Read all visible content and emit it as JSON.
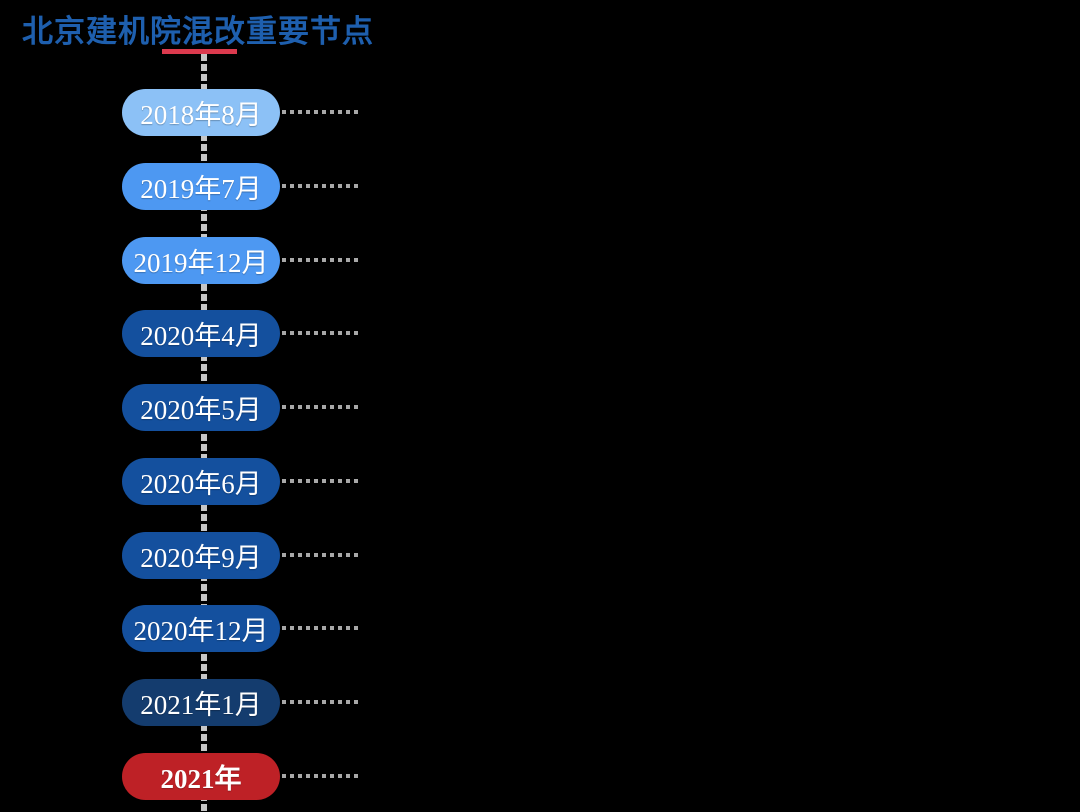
{
  "page": {
    "background_color": "#000000"
  },
  "header": {
    "title": "北京建机院混改重要节点",
    "title_color": "#1E5FAE",
    "underline_color": "#DC3A4E"
  },
  "timeline": {
    "axis_line_color": "#C6C6C6",
    "connector_color": "#A8A8A8",
    "label_text_color": "#FFFFFF",
    "items": [
      {
        "label": "2018年8月",
        "color": "#8CC1F6",
        "bold": false
      },
      {
        "label": "2019年7月",
        "color": "#4D98F2",
        "bold": false
      },
      {
        "label": "2019年12月",
        "color": "#4D98F2",
        "bold": false
      },
      {
        "label": "2020年4月",
        "color": "#14509E",
        "bold": false
      },
      {
        "label": "2020年5月",
        "color": "#14509E",
        "bold": false
      },
      {
        "label": "2020年6月",
        "color": "#14509E",
        "bold": false
      },
      {
        "label": "2020年9月",
        "color": "#14509E",
        "bold": false
      },
      {
        "label": "2020年12月",
        "color": "#14509E",
        "bold": false
      },
      {
        "label": "2021年1月",
        "color": "#143C6E",
        "bold": false
      },
      {
        "label": "2021年",
        "color": "#BE2126",
        "bold": true
      }
    ]
  }
}
